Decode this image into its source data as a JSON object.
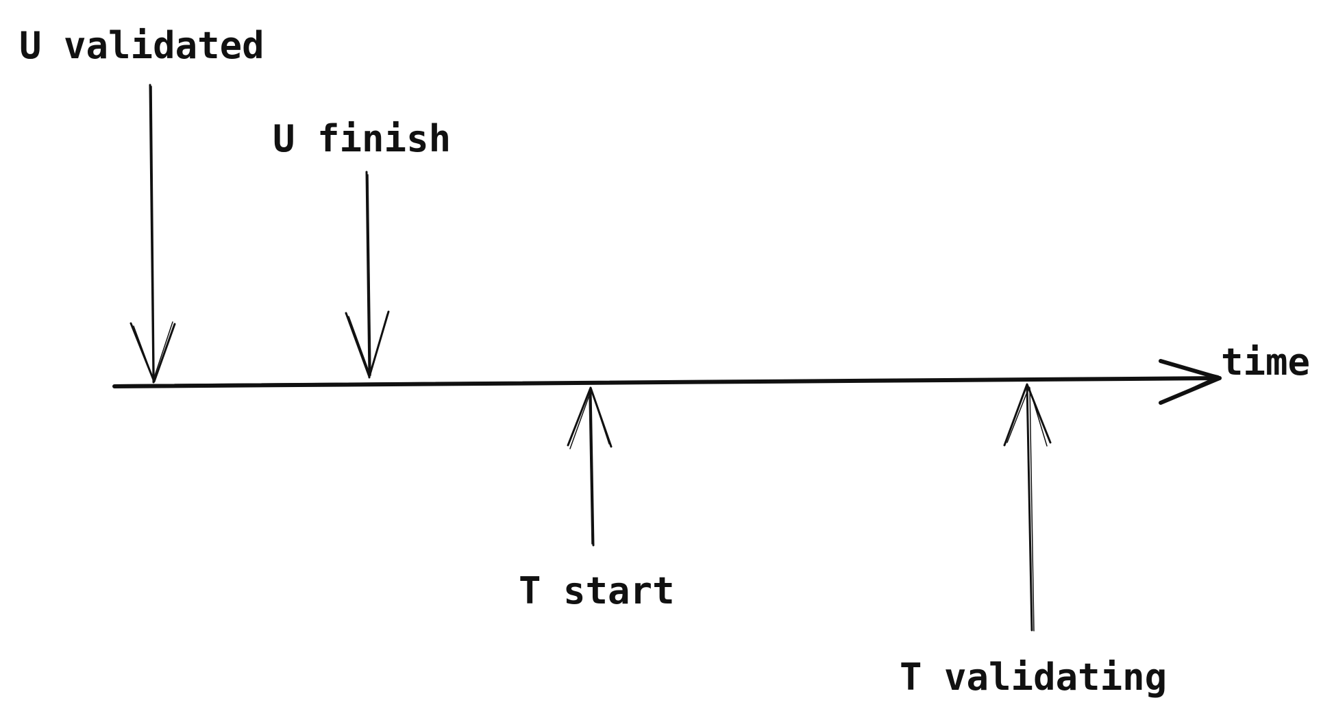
{
  "labels": {
    "u_validated": "U validated",
    "u_finish": "U finish",
    "t_start": "T start",
    "t_validating": "T validating",
    "time": "time"
  },
  "colors": {
    "stroke": "#111111",
    "background": "#ffffff"
  },
  "icons": {
    "axis_head": "arrow-right-icon",
    "down_markers": "arrow-down-icon",
    "up_markers": "arrow-up-icon"
  }
}
